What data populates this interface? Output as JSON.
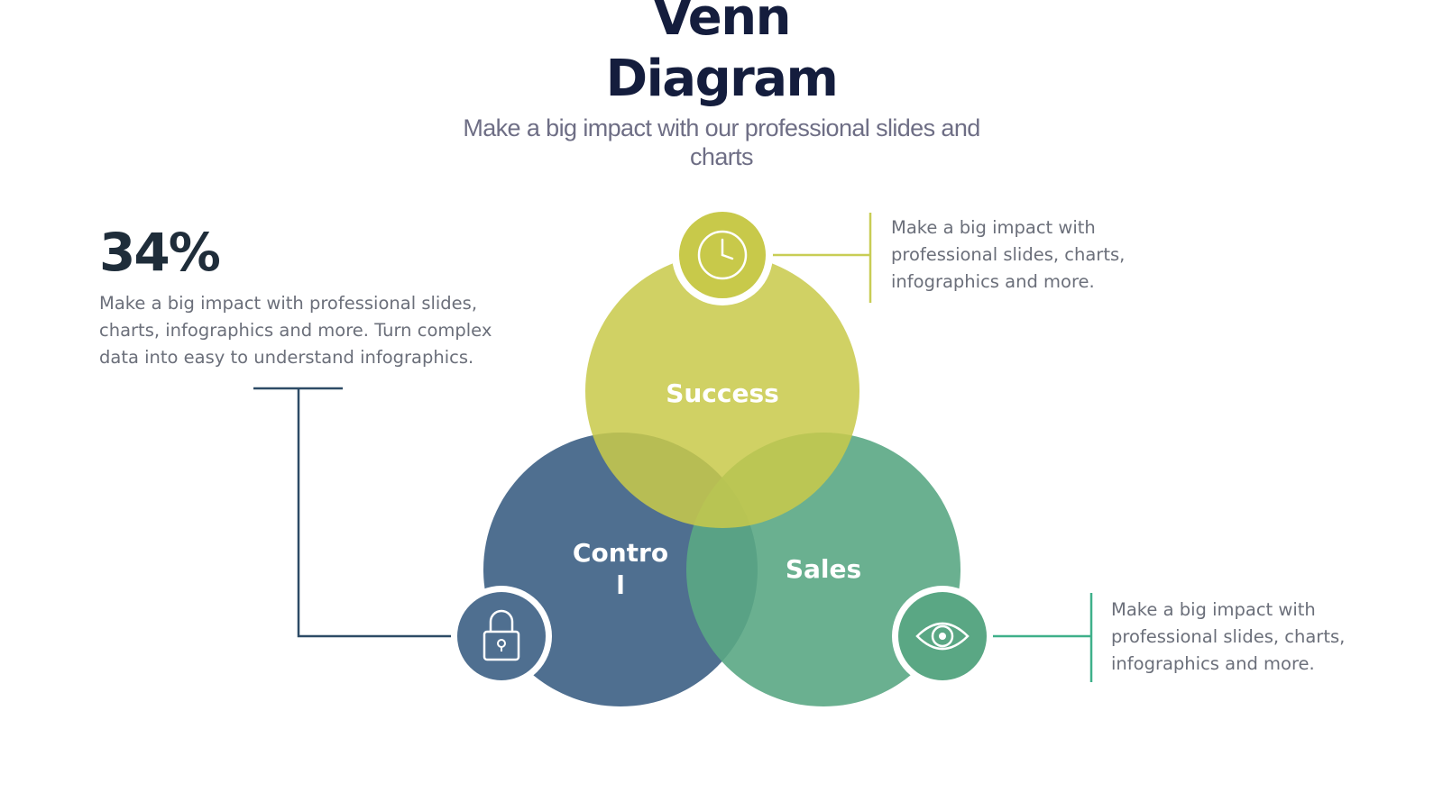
{
  "slide": {
    "title_line1": "Venn",
    "title_line2": "Diagram",
    "subtitle": "Make a big impact with our professional slides and charts"
  },
  "left_panel": {
    "stat": "34%",
    "description": "Make a big impact with professional slides, charts, infographics and more. Turn complex data into easy to understand infographics."
  },
  "top_right_panel": {
    "description": "Make a big impact with professional slides, charts, infographics and more."
  },
  "bottom_right_panel": {
    "description": "Make a big impact with professional slides, charts, infographics and more."
  },
  "venn": {
    "circles": [
      {
        "label": "Success",
        "color": "#c8c94a",
        "icon": "clock-icon"
      },
      {
        "label_line1": "Contro",
        "label_line2": "l",
        "color": "#4f6f90",
        "icon": "lock-icon"
      },
      {
        "label": "Sales",
        "color": "#5aa784",
        "icon": "eye-icon"
      }
    ]
  },
  "colors": {
    "title": "#141d3d",
    "connector_left": "#2d4b66",
    "connector_top": "#c8cd55",
    "connector_bottom": "#3fb08a"
  }
}
